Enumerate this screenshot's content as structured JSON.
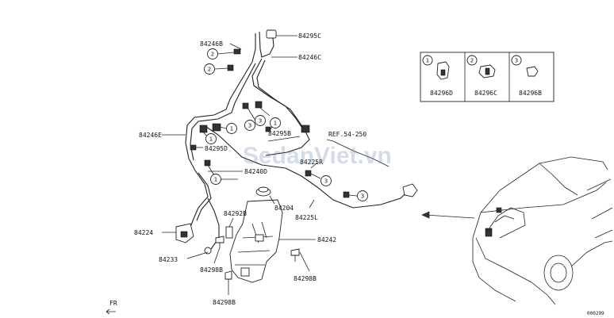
{
  "labels": {
    "p84295C": "84295C",
    "p84246B": "84246B",
    "p84246C": "84246C",
    "p84246E": "84246E",
    "p84295D": "84295D",
    "p84240D": "84240D",
    "p84295B": "84295B",
    "ref": "REF.54-250",
    "p84225R": "84225R",
    "p84204": "84204",
    "p84225L": "84225L",
    "p84292B": "84292B",
    "p84242": "84242",
    "p84224": "84224",
    "p84233": "84233",
    "p84298B_a": "84298B",
    "p84298B_b": "84298B",
    "p84298B_c": "84298B",
    "fr": "FR",
    "diagram_code": "000299"
  },
  "callouts": {
    "one": "1",
    "two": "2",
    "three": "3"
  },
  "legend": {
    "items": [
      {
        "num": "1",
        "part": "84296D"
      },
      {
        "num": "2",
        "part": "84296C"
      },
      {
        "num": "3",
        "part": "84296B"
      }
    ]
  },
  "watermark": "SedanViet.vn",
  "colors": {
    "line": "#222222",
    "watermark": "#5f86b3"
  }
}
